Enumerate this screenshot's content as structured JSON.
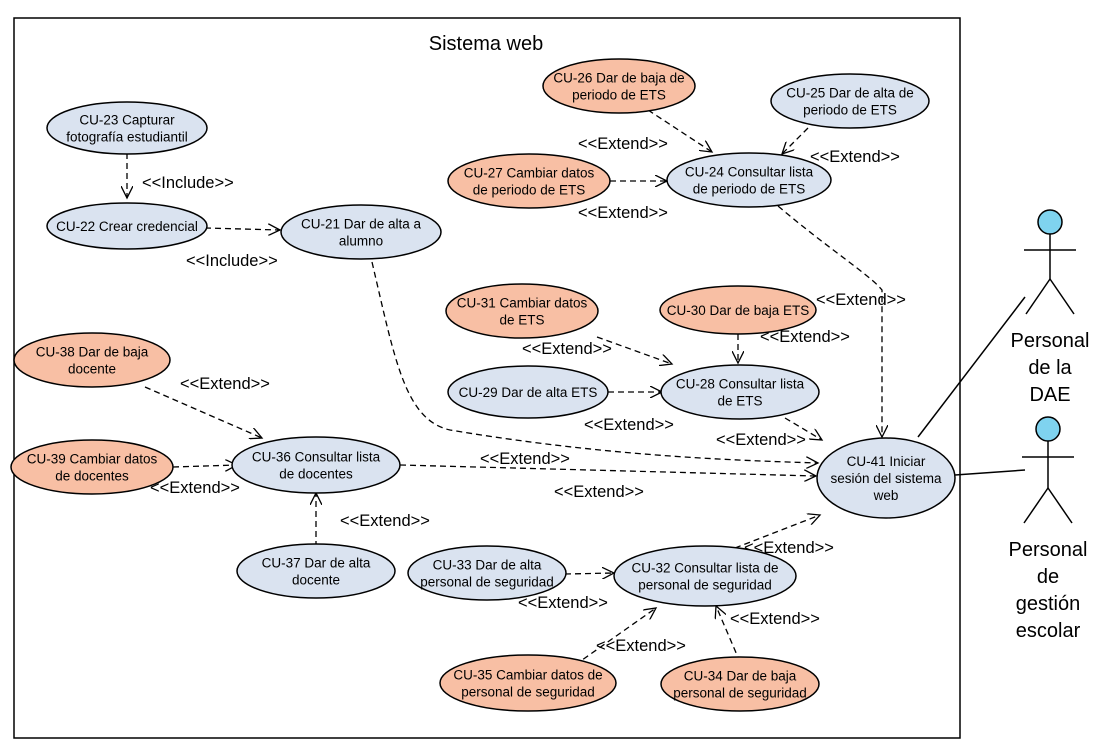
{
  "system": {
    "title": "Sistema web"
  },
  "colors": {
    "base": "#dae3f0",
    "extend": "#f8bfa4",
    "actor_head": "#7fd3ef",
    "stroke": "#000000"
  },
  "use_cases": [
    {
      "id": "cu23",
      "lines": [
        "CU-23 Capturar",
        "fotografía estudiantil"
      ],
      "kind": "base"
    },
    {
      "id": "cu22",
      "lines": [
        "CU-22 Crear credencial"
      ],
      "kind": "base"
    },
    {
      "id": "cu21",
      "lines": [
        "CU-21 Dar de alta a",
        "alumno"
      ],
      "kind": "base"
    },
    {
      "id": "cu26",
      "lines": [
        "CU-26 Dar de baja de",
        "periodo de ETS"
      ],
      "kind": "extend"
    },
    {
      "id": "cu25",
      "lines": [
        "CU-25 Dar de alta de",
        "periodo de ETS"
      ],
      "kind": "base"
    },
    {
      "id": "cu27",
      "lines": [
        "CU-27 Cambiar datos",
        "de periodo de ETS"
      ],
      "kind": "extend"
    },
    {
      "id": "cu24",
      "lines": [
        "CU-24 Consultar lista",
        "de periodo de ETS"
      ],
      "kind": "base"
    },
    {
      "id": "cu31",
      "lines": [
        "CU-31 Cambiar datos",
        "de ETS"
      ],
      "kind": "extend"
    },
    {
      "id": "cu30",
      "lines": [
        "CU-30 Dar de baja ETS"
      ],
      "kind": "extend"
    },
    {
      "id": "cu29",
      "lines": [
        "CU-29 Dar de alta ETS"
      ],
      "kind": "base"
    },
    {
      "id": "cu28",
      "lines": [
        "CU-28 Consultar lista",
        "de ETS"
      ],
      "kind": "base"
    },
    {
      "id": "cu38",
      "lines": [
        "CU-38 Dar de baja",
        "docente"
      ],
      "kind": "extend"
    },
    {
      "id": "cu39",
      "lines": [
        "CU-39 Cambiar datos",
        "de docentes"
      ],
      "kind": "extend"
    },
    {
      "id": "cu36",
      "lines": [
        "CU-36 Consultar lista",
        "de docentes"
      ],
      "kind": "base"
    },
    {
      "id": "cu37",
      "lines": [
        "CU-37 Dar de alta",
        "docente"
      ],
      "kind": "base"
    },
    {
      "id": "cu41",
      "lines": [
        "CU-41 Iniciar",
        "sesión del sistema",
        "web"
      ],
      "kind": "base"
    },
    {
      "id": "cu33",
      "lines": [
        "CU-33 Dar de alta",
        "personal de seguridad"
      ],
      "kind": "base"
    },
    {
      "id": "cu32",
      "lines": [
        "CU-32 Consultar lista de",
        "personal de seguridad"
      ],
      "kind": "base"
    },
    {
      "id": "cu35",
      "lines": [
        "CU-35 Cambiar datos de",
        "personal de seguridad"
      ],
      "kind": "extend"
    },
    {
      "id": "cu34",
      "lines": [
        "CU-34 Dar de baja",
        "personal de seguridad"
      ],
      "kind": "extend"
    }
  ],
  "stereotypes": {
    "include": "<<Include>>",
    "extend": "<<Extend>>"
  },
  "actors": [
    {
      "id": "dae",
      "lines": [
        "Personal",
        "de la",
        "DAE"
      ]
    },
    {
      "id": "gestion",
      "lines": [
        "Personal",
        "de",
        "gestión",
        "escolar"
      ]
    }
  ]
}
